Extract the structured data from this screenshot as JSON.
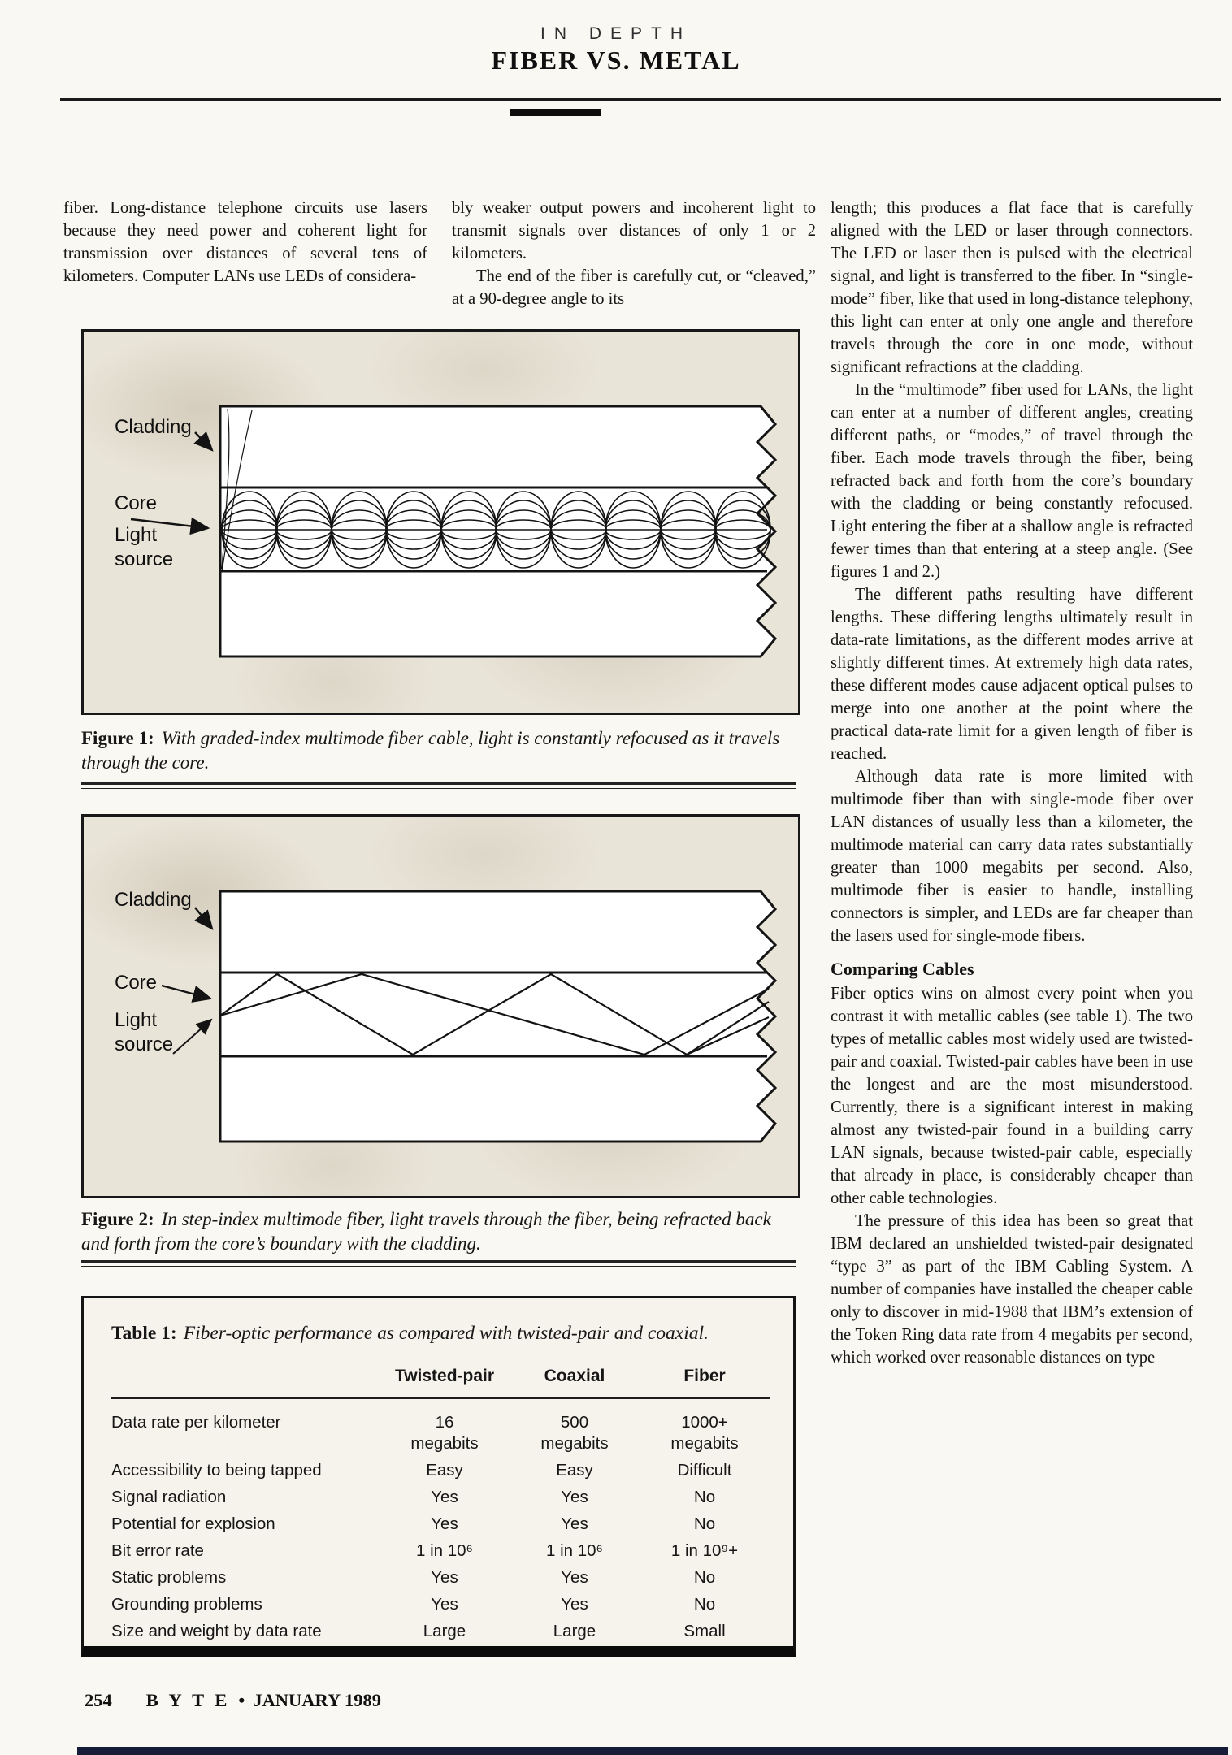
{
  "header": {
    "kicker": "IN DEPTH",
    "title": "FIBER VS. METAL"
  },
  "body": {
    "col1_paragraphs": [
      "fiber. Long-distance telephone circuits use lasers because they need power and coherent light for transmission over distances of several tens of kilometers. Computer LANs use LEDs of considera-"
    ],
    "col2_paragraphs": [
      "bly weaker output powers and incoherent light to transmit signals over distances of only 1 or 2 kilometers.",
      "The end of the fiber is carefully cut, or “cleaved,” at a 90-degree angle to its"
    ],
    "col3_paragraphs_1": [
      "length; this produces a flat face that is carefully aligned with the LED or laser through connectors. The LED or laser then is pulsed with the electrical signal, and light is transferred to the fiber. In “single-mode” fiber, like that used in long-distance telephony, this light can enter at only one angle and therefore travels through the core in one mode, without significant refractions at the cladding.",
      "In the “multimode” fiber used for LANs, the light can enter at a number of different angles, creating different paths, or “modes,” of travel through the fiber. Each mode travels through the fiber, being refracted back and forth from the core’s boundary with the cladding or being constantly refocused. Light entering the fiber at a shallow angle is refracted fewer times than that entering at a steep angle. (See figures 1 and 2.)",
      "The different paths resulting have different lengths. These differing lengths ultimately result in data-rate limitations, as the different modes arrive at slightly different times. At extremely high data rates, these different modes cause adjacent optical pulses to merge into one another at the point where the practical data-rate limit for a given length of fiber is reached.",
      "Although data rate is more limited with multimode fiber than with single-mode fiber over LAN distances of usually less than a kilometer, the multimode material can carry data rates substantially greater than 1000 megabits per second. Also, multimode fiber is easier to handle, installing connectors is simpler, and LEDs are far cheaper than the lasers used for single-mode fibers."
    ],
    "col3_heading": "Comparing Cables",
    "col3_paragraphs_2": [
      "Fiber optics wins on almost every point when you contrast it with metallic cables (see table 1). The two types of metallic cables most widely used are twisted-pair and coaxial. Twisted-pair cables have been in use the longest and are the most misunderstood. Currently, there is a significant interest in making almost any twisted-pair found in a building carry LAN signals, because twisted-pair cable, especially that already in place, is considerably cheaper than other cable technologies.",
      "The pressure of this idea has been so great that IBM declared an unshielded twisted-pair designated “type 3” as part of the IBM Cabling System. A number of companies have installed the cheaper cable only to discover in mid-1988 that IBM’s extension of the Token Ring data rate from 4 megabits per second, which worked over reasonable distances on type"
    ]
  },
  "figure1": {
    "labels": {
      "cladding": "Cladding",
      "core": "Core",
      "light_source": "Light source"
    },
    "caption_lead": "Figure 1:",
    "caption_text": "With graded-index multimode fiber cable, light is constantly refocused as it travels through the core."
  },
  "figure2": {
    "labels": {
      "cladding": "Cladding",
      "core": "Core",
      "light_source": "Light source"
    },
    "caption_lead": "Figure 2:",
    "caption_text": "In step-index multimode fiber, light travels through the fiber, being refracted back and forth from the core’s boundary with the cladding."
  },
  "table1": {
    "title_lead": "Table 1:",
    "title_text": "Fiber-optic performance as compared with twisted-pair and coaxial.",
    "columns": [
      "Twisted-pair",
      "Coaxial",
      "Fiber"
    ],
    "rows": [
      {
        "label": "Data rate per kilometer",
        "twisted_pair": "16\nmegabits",
        "coaxial": "500\nmegabits",
        "fiber": "1000+\nmegabits"
      },
      {
        "label": "Accessibility to being tapped",
        "twisted_pair": "Easy",
        "coaxial": "Easy",
        "fiber": "Difficult"
      },
      {
        "label": "Signal radiation",
        "twisted_pair": "Yes",
        "coaxial": "Yes",
        "fiber": "No"
      },
      {
        "label": "Potential for explosion",
        "twisted_pair": "Yes",
        "coaxial": "Yes",
        "fiber": "No"
      },
      {
        "label": "Bit error rate",
        "twisted_pair": "1 in 10⁶",
        "coaxial": "1 in 10⁶",
        "fiber": "1 in 10⁹+"
      },
      {
        "label": "Static problems",
        "twisted_pair": "Yes",
        "coaxial": "Yes",
        "fiber": "No"
      },
      {
        "label": "Grounding problems",
        "twisted_pair": "Yes",
        "coaxial": "Yes",
        "fiber": "No"
      },
      {
        "label": "Size and weight by data rate",
        "twisted_pair": "Large",
        "coaxial": "Large",
        "fiber": "Small"
      }
    ]
  },
  "footer": {
    "page_number": "254",
    "magazine": "B Y T E",
    "bullet": "•",
    "issue": "JANUARY 1989"
  }
}
